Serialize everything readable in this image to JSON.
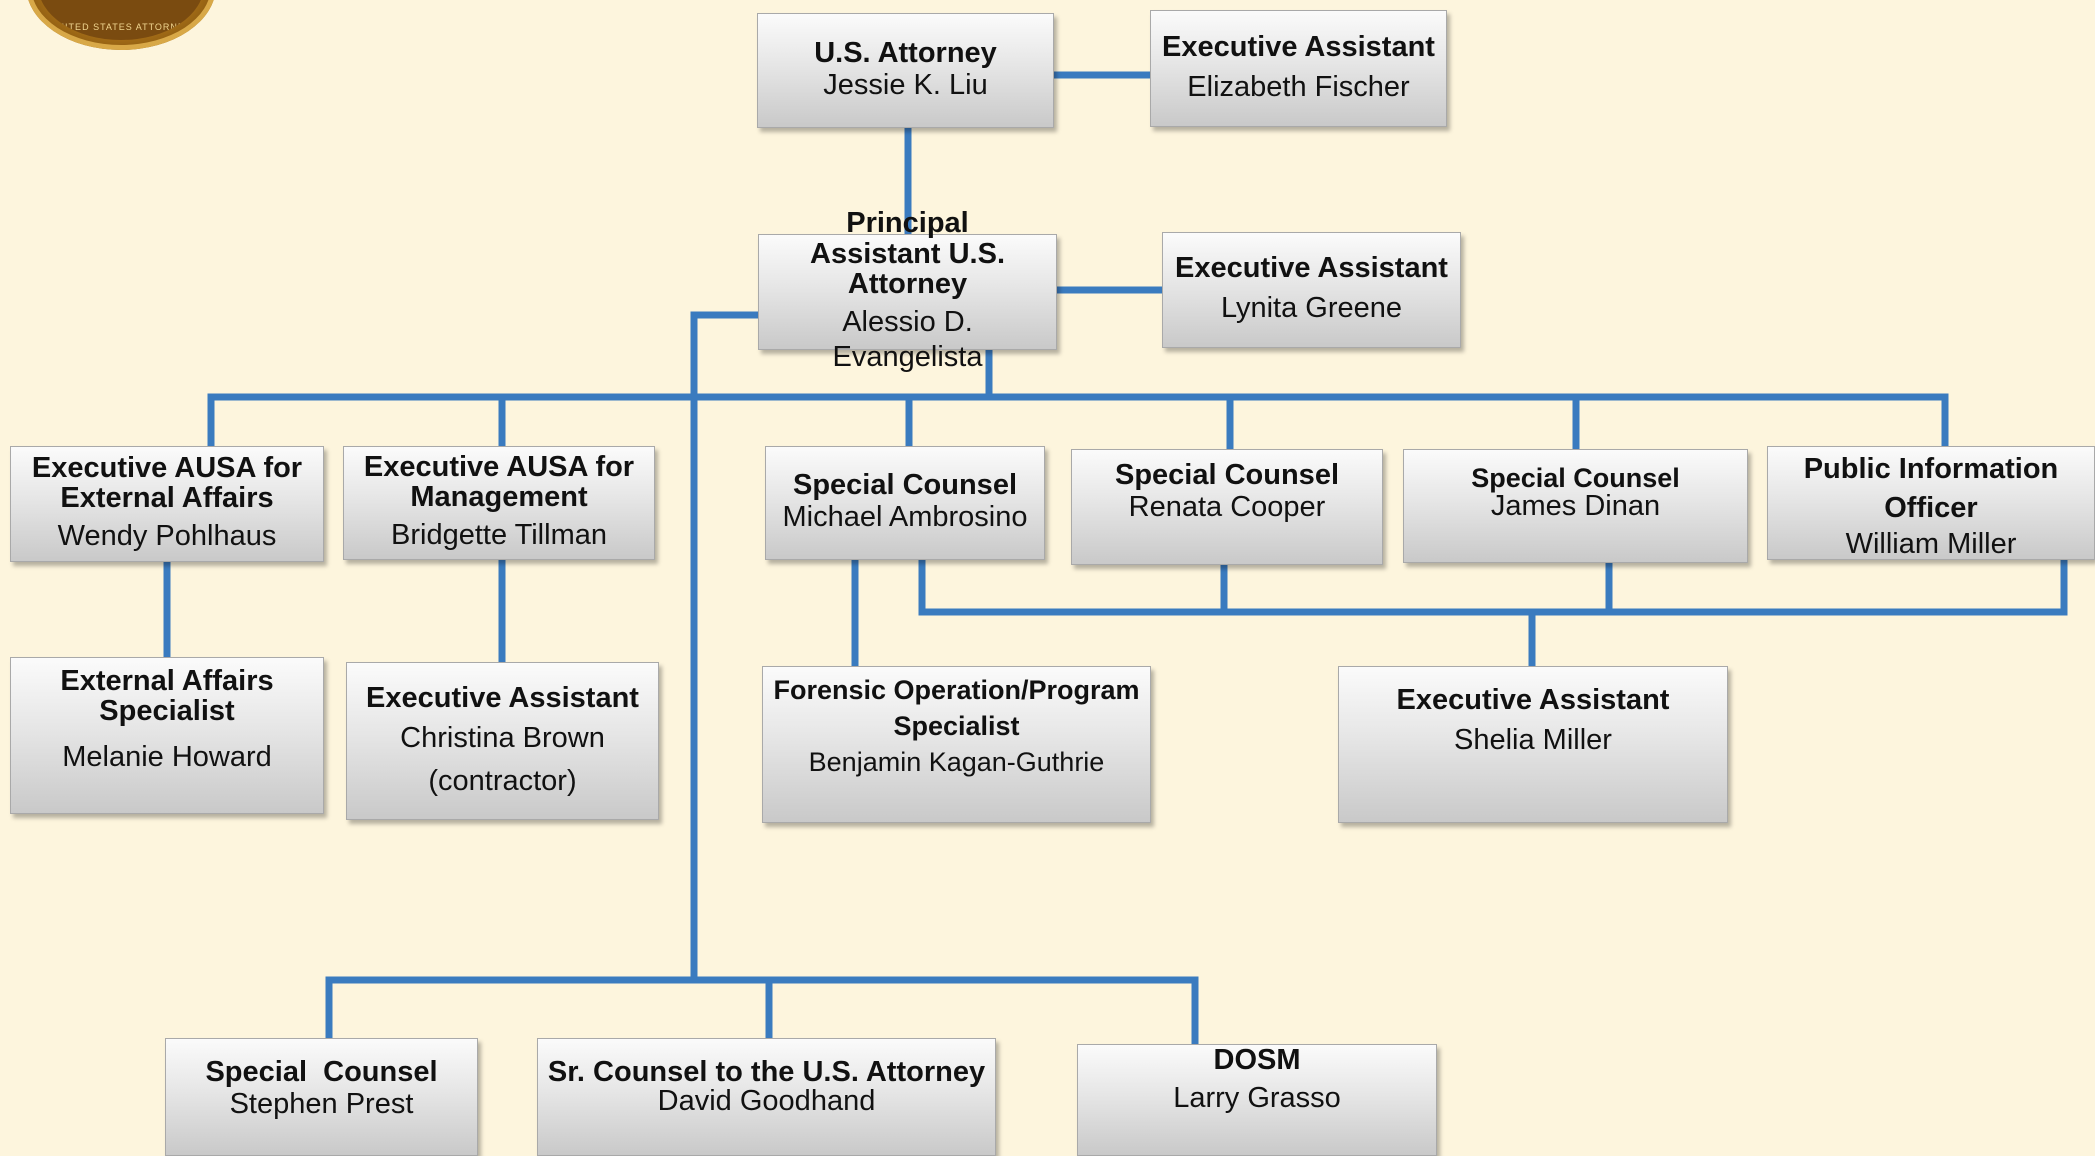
{
  "seal": {
    "text": "UNITED STATES ATTORNEY"
  },
  "colors": {
    "background": "#fdf5dd",
    "connector": "#3a7bbf",
    "box_top": "#fbfbfb",
    "box_bottom": "#c9c9c9"
  },
  "nodes": {
    "us_attorney": {
      "title": "U.S. Attorney",
      "name": "Jessie K. Liu"
    },
    "ea_fischer": {
      "title": "Executive Assistant",
      "name": "Elizabeth Fischer"
    },
    "pausa": {
      "title": "Principal Assistant U.S. Attorney",
      "name": "Alessio D. Evangelista"
    },
    "ea_greene": {
      "title": "Executive Assistant",
      "name": "Lynita Greene"
    },
    "eausa_ext": {
      "title": "Executive AUSA for External Affairs",
      "name": "Wendy Pohlhaus"
    },
    "eausa_mgmt": {
      "title": "Executive AUSA for Management",
      "name": "Bridgette Tillman"
    },
    "sc_ambrosino": {
      "title": "Special Counsel",
      "name": "Michael Ambrosino"
    },
    "sc_cooper": {
      "title": "Special Counsel",
      "name": "Renata Cooper"
    },
    "sc_dinan": {
      "title": "Special Counsel",
      "name": "James Dinan"
    },
    "pio": {
      "title": "Public Information Officer",
      "name": "William Miller"
    },
    "ext_specialist": {
      "title": "External Affairs Specialist",
      "name": "Melanie Howard"
    },
    "ea_brown": {
      "title": "Executive Assistant",
      "name": "Christina Brown",
      "note": "(contractor)"
    },
    "forensic": {
      "title": "Forensic Operation/Program Specialist",
      "name": "Benjamin Kagan-Guthrie"
    },
    "ea_smiller": {
      "title": "Executive Assistant",
      "name": "Shelia Miller"
    },
    "sc_prest": {
      "title": "Special  Counsel",
      "name": "Stephen Prest"
    },
    "sr_counsel": {
      "title": "Sr. Counsel to the U.S. Attorney",
      "name": "David Goodhand"
    },
    "dosm": {
      "title": "DOSM",
      "name": "Larry Grasso"
    }
  }
}
